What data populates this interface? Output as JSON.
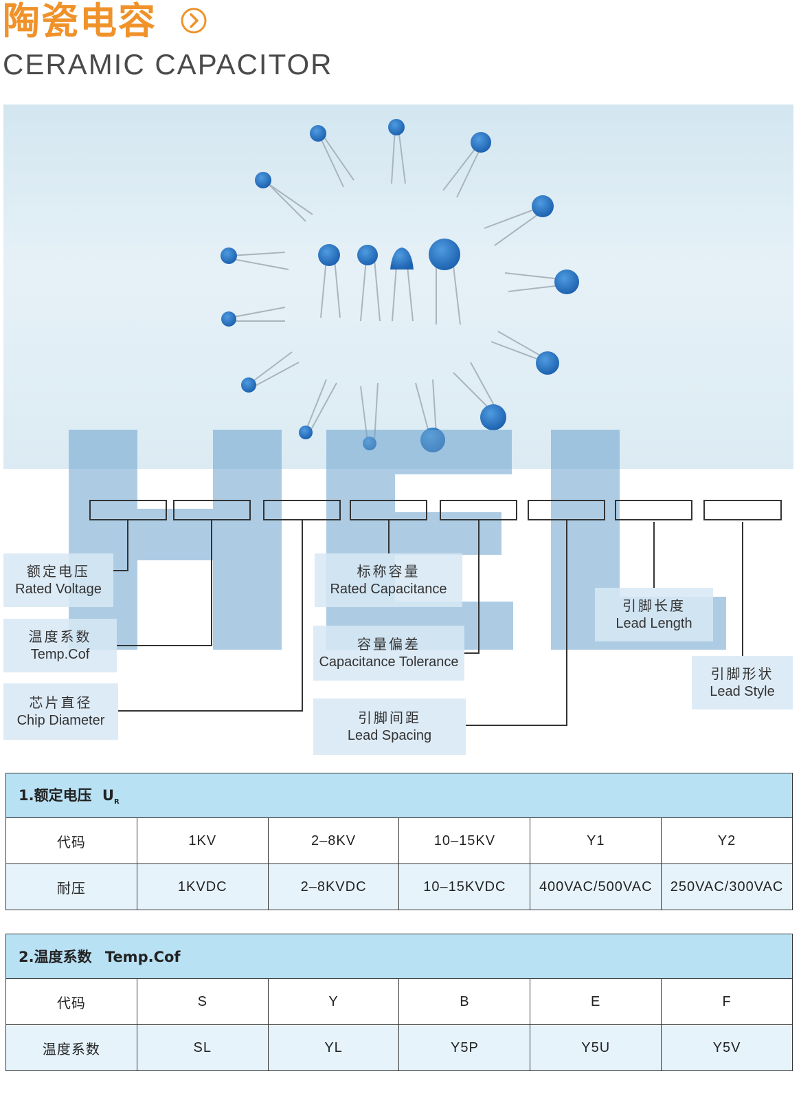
{
  "header": {
    "title_cn": "陶瓷电容",
    "title_en": "CERAMIC CAPACITOR"
  },
  "photo": {
    "description_icon": "ceramic-capacitors-photo",
    "capacitor_color": "#2a78c8"
  },
  "watermark": {
    "text": "HEL",
    "color": "#6aa2ce"
  },
  "diagram": {
    "labels": [
      {
        "cn": "额定电压",
        "en": "Rated Voltage"
      },
      {
        "cn": "温度系数",
        "en": "Temp.Cof"
      },
      {
        "cn": "芯片直径",
        "en": "Chip Diameter"
      },
      {
        "cn": "标称容量",
        "en": "Rated Capacitance"
      },
      {
        "cn": "容量偏差",
        "en": "Capacitance Tolerance"
      },
      {
        "cn": "引脚间距",
        "en": "Lead Spacing"
      },
      {
        "cn": "引脚长度",
        "en": "Lead Length"
      },
      {
        "cn": "引脚形状",
        "en": "Lead Style"
      }
    ]
  },
  "table1": {
    "title": "1.额定电压",
    "symbol": "U",
    "symbol_sub": "R",
    "rows": [
      [
        "代码",
        "1KV",
        "2–8KV",
        "10–15KV",
        "Y1",
        "Y2"
      ],
      [
        "耐压",
        "1KVDC",
        "2–8KVDC",
        "10–15KVDC",
        "400VAC/500VAC",
        "250VAC/300VAC"
      ]
    ]
  },
  "table2": {
    "title": "2.温度系数",
    "title_en": "Temp.Cof",
    "rows": [
      [
        "代码",
        "S",
        "Y",
        "B",
        "E",
        "F"
      ],
      [
        "温度系数",
        "SL",
        "YL",
        "Y5P",
        "Y5U",
        "Y5V"
      ]
    ]
  },
  "colors": {
    "accent_orange": "#f0922a",
    "header_blue": "#b9e1f4",
    "label_bg": "#d7e8f4"
  }
}
